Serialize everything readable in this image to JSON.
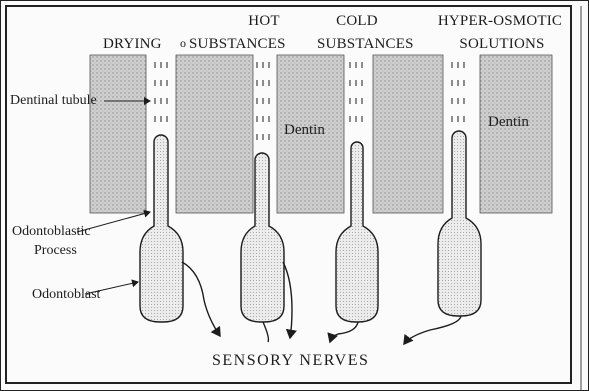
{
  "stimuli": {
    "drying": "DRYING",
    "hot_line1": "HOT",
    "hot_line2": "SUBSTANCES",
    "cold_line1": "COLD",
    "cold_line2": "SUBSTANCES",
    "hyper_line1": "HYPER-OSMOTIC",
    "hyper_line2": "SOLUTIONS"
  },
  "labels": {
    "dentinal_tubule": "Dentinal tubule",
    "dentin_1": "Dentin",
    "dentin_2": "Dentin",
    "odontoblastic_line1": "Odontoblastic",
    "odontoblastic_line2": "Process",
    "odontoblast": "Odontoblast",
    "sensory_nerves": "SENSORY NERVES"
  },
  "colors": {
    "dentin_fill": "#cfcfcf",
    "ink": "#1c1c1c",
    "cell_fill": "#e4e4e4"
  }
}
